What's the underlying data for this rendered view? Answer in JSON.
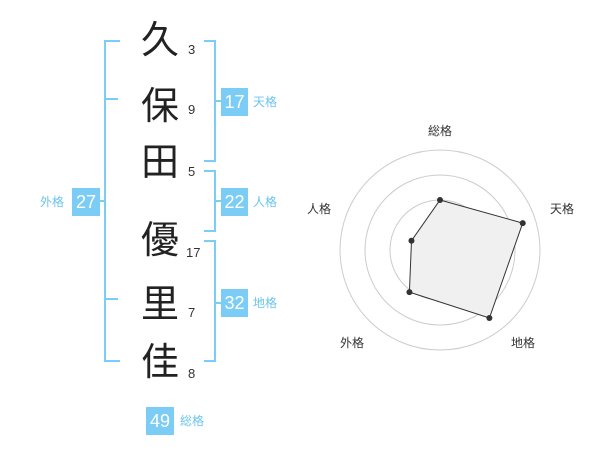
{
  "name": {
    "chars": [
      "久",
      "保",
      "田",
      "優",
      "里",
      "佳"
    ],
    "strokes": [
      "3",
      "9",
      "5",
      "17",
      "7",
      "8"
    ]
  },
  "grades": {
    "tenkaku": {
      "value": "17",
      "label": "天格"
    },
    "jinkaku": {
      "value": "22",
      "label": "人格"
    },
    "chikaku": {
      "value": "32",
      "label": "地格"
    },
    "gaikaku": {
      "value": "27",
      "label": "外格"
    },
    "soukaku": {
      "value": "49",
      "label": "総格"
    }
  },
  "chart_data": {
    "type": "radar",
    "axes": [
      "総格",
      "天格",
      "地格",
      "外格",
      "人格"
    ],
    "values": [
      0.5,
      0.87,
      0.84,
      0.52,
      0.3
    ],
    "range": [
      0,
      1
    ],
    "rings": 4,
    "colors": {
      "fill": "#f0f0f0",
      "stroke": "#333333",
      "grid": "#cccccc",
      "accent": "#7ccdf5"
    }
  }
}
